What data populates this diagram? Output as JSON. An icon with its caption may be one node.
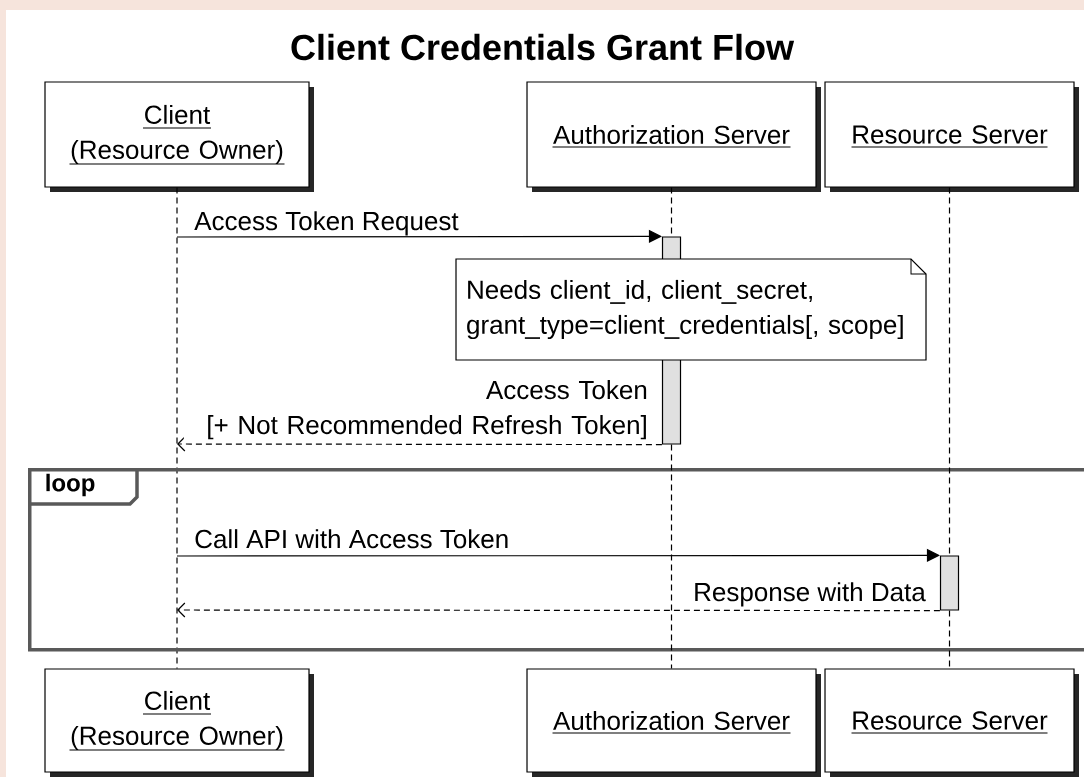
{
  "diagram": {
    "title": "Client Credentials Grant Flow",
    "nodes": [
      {
        "text": [
          "Client (Resource Owner)"
        ]
      },
      {
        "text": [
          "Authorization Server"
        ]
      },
      {
        "text": [
          "Resource Server"
        ]
      },
      {
        "text": [],
        "shape": "bar"
      },
      {
        "text": [
          "Needs client_id, client_secret, grant_type=client_credentials[, scope]"
        ]
      },
      {
        "text": [
          "loop"
        ]
      },
      {
        "text": [],
        "shape": "bar",
        "in": 5
      },
      {
        "text": [
          "Client (Resource Owner)"
        ]
      },
      {
        "text": [
          "Authorization Server"
        ]
      },
      {
        "text": [
          "Resource Server"
        ]
      }
    ],
    "edges": [
      {
        "from": 0,
        "to": 7,
        "arrow": "none",
        "style": "dashed"
      },
      {
        "from": 1,
        "to": 3,
        "arrow": "none",
        "style": "dashed"
      },
      {
        "from": 3,
        "to": 8,
        "arrow": "none",
        "style": "dashed"
      },
      {
        "from": 2,
        "to": 6,
        "arrow": "none",
        "style": "dashed"
      },
      {
        "from": 6,
        "to": 9,
        "arrow": "none",
        "style": "dashed"
      },
      {
        "from": null,
        "to": 3,
        "arrow": "to",
        "label": "Access Token Request"
      },
      {
        "from": 3,
        "to": null,
        "arrow": "to",
        "style": "dashed",
        "label": "Access Token [+ Not Recommended Refresh Token]"
      },
      {
        "from": null,
        "to": 6,
        "arrow": "to",
        "label": "Call API with Access Token"
      },
      {
        "from": 6,
        "to": null,
        "arrow": "to",
        "style": "dashed",
        "label": "Response with Data"
      }
    ]
  }
}
